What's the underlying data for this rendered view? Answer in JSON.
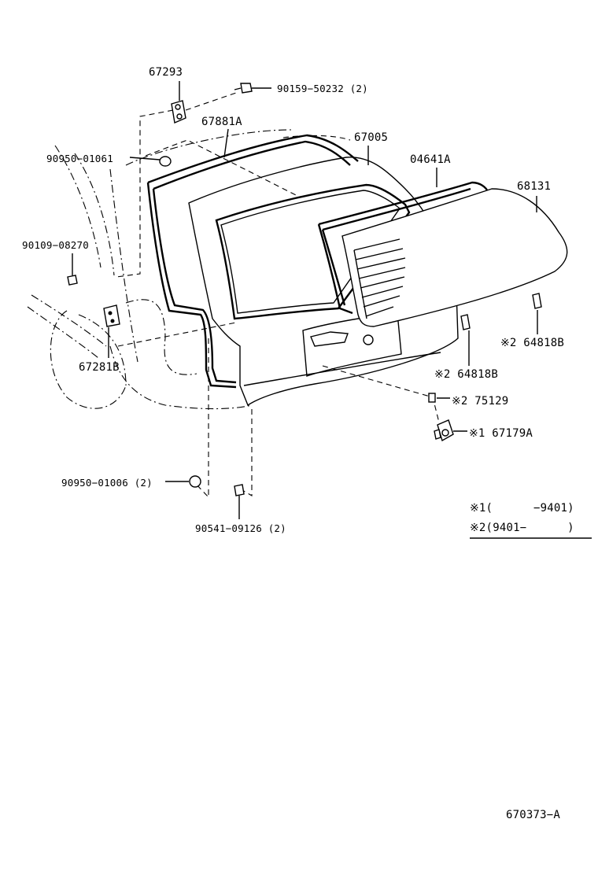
{
  "labels": {
    "p67293": "67293",
    "p90159": "90159−50232 (2)",
    "p67881A": "67881A",
    "p67005": "67005",
    "p04641A": "04641A",
    "p68131": "68131",
    "p90950_61": "90950−01061",
    "p90109": "90109−08270",
    "p67281B": "67281B",
    "p64818B_1": "※2 64818B",
    "p64818B_2": "※2 64818B",
    "p75129": "※2 75129",
    "p67179A": "※1 67179A",
    "p90950_06": "90950−01006 (2)",
    "p90541": "90541−09126 (2)"
  },
  "notes": {
    "note1": "※1(      −9401)",
    "note2": "※2(9401−      )"
  },
  "ref": "670373−A"
}
